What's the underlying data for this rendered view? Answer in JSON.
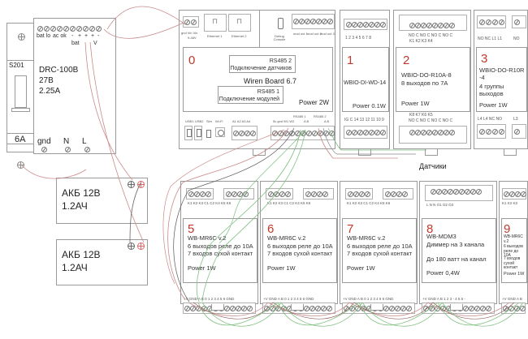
{
  "breaker": {
    "model": "S201",
    "rating": "6A"
  },
  "psu": {
    "model": "DRC-100B",
    "voltage": "27В",
    "current": "2.25A",
    "top_terminals": [
      "bat lo",
      "ac ok",
      "-",
      "+",
      "+",
      "-"
    ],
    "top_labels": {
      "bat_lo": "bat lo",
      "ac_ok": "ac ok",
      "minus": "-",
      "plus": "+",
      "bat": "bat",
      "v": "V"
    },
    "bottom_terminals": [
      "gnd",
      "N",
      "L"
    ]
  },
  "batteries": [
    {
      "label": "АКБ  12В",
      "capacity": "1.2АЧ"
    },
    {
      "label": "АКБ  12В",
      "capacity": "1.2АЧ"
    }
  ],
  "controller": {
    "number": "0",
    "name": "Wiren Board 6.7",
    "power": "Power 2W",
    "rs485_2": {
      "title": "RS485 2",
      "desc": "Подключение датчиков"
    },
    "rs485_1": {
      "title": "RS485 1",
      "desc": "Подключение модулей"
    },
    "top_ports": {
      "power_in": "gnd  Vin Vin",
      "power_range": "9-48V",
      "eth1": "Ethernet 1",
      "eth2": "Ethernet 2",
      "debug": "Debug Console",
      "mod1": "mod out 1",
      "mod2": "mod out 2",
      "mod3": "mod out 3"
    },
    "bottom_ports": {
      "usb1": "USB1",
      "usb2": "USB2",
      "sim": "Sim",
      "wifi": "Wi-Fi",
      "analog": "A1  A2  A3  A4",
      "pins": "5v gnd W1 W2",
      "rs1": "RS485 1",
      "rs2": "RS485 2",
      "ab1": "A  B",
      "ab2": "A  B"
    }
  },
  "modules_top": [
    {
      "number": "1",
      "model": "WBIO-DI-WD-14",
      "desc": "",
      "power": "Power 0.1W",
      "top_labels": "1  2  3  4     5  6  7  8",
      "bottom_labels": "IG C 14 13   12 11 10  9"
    },
    {
      "number": "2",
      "model": "WBIO-DO-R10A-8",
      "desc": "8 выходов по 7А",
      "power": "Power 1W",
      "top_labels": "NO  C  NO  C   NO  C  NO  C",
      "top_k": "K1     K2       K3      K4",
      "bottom_k": "K8     K7       K6      K5",
      "bottom_labels": "NO  C  NO  C   NO  C  NO  C"
    },
    {
      "number": "3",
      "model": "WBIO-DO-R10R-4",
      "desc": "4 группы выходов",
      "power": "Power 1W",
      "top_labels": "NO NC  L1  L1",
      "top_labels2": "NO",
      "bottom_labels": "L4  L4  NC  NO",
      "bottom_labels2": "L3"
    }
  ],
  "sensors_label": "Датчики",
  "modules_bottom": [
    {
      "number": "5",
      "model": "WB-MR6C v.2",
      "line1": "6 выходов реле до 10A",
      "line2": "7 входов сухой контакт",
      "power": "Power 1W",
      "top_labels": "K1 K2  K3 C1    C2  K4  K5  K6",
      "bottom_labels": "+V GND A B  0   1  2  3   4  5  6 GND"
    },
    {
      "number": "6",
      "model": "WB-MR6C v.2",
      "line1": "6 выходов реле до 10A",
      "line2": "7 входов сухой контакт",
      "power": "Power 1W",
      "top_labels": "K1 K2  K3 C1    C2  K4  K5  K6",
      "bottom_labels": "+V GND A B  0   1  2  3   4  5  6 GND"
    },
    {
      "number": "7",
      "model": "WB-MR6C v.2",
      "line1": "6 выходов реле до 10A",
      "line2": "7 входов сухой контакт",
      "power": "Power 1W",
      "top_labels": "K1 K2  K3 C1    C2  K4  K5  K6",
      "bottom_labels": "+V GND A B  0   1  2  3   4  5  6 GND"
    },
    {
      "number": "8",
      "model": "WB-MDM3",
      "line1": "Диммер на 3 канала",
      "line2": "До 180 ватт на канал",
      "power": "Power 0,4W",
      "top_labels": "L   N   N   O1      O2      O3",
      "bottom_labels": "+V GND A B  1  2  3  -   4  5  6  -"
    },
    {
      "number": "9",
      "model": "WB-MR6C v.2",
      "line1": "6 выходов реле до 10A",
      "line2": "7 входов сухой контакт",
      "power": "Power 1W",
      "top_labels": "K1 K2 K3",
      "bottom_labels": "+V GND A B"
    }
  ],
  "colors": {
    "number": "#c0392b",
    "wire_red": "#c98a8a",
    "wire_green": "#7fbf7f",
    "wire_dark": "#555555",
    "border": "#9a9a9a"
  }
}
